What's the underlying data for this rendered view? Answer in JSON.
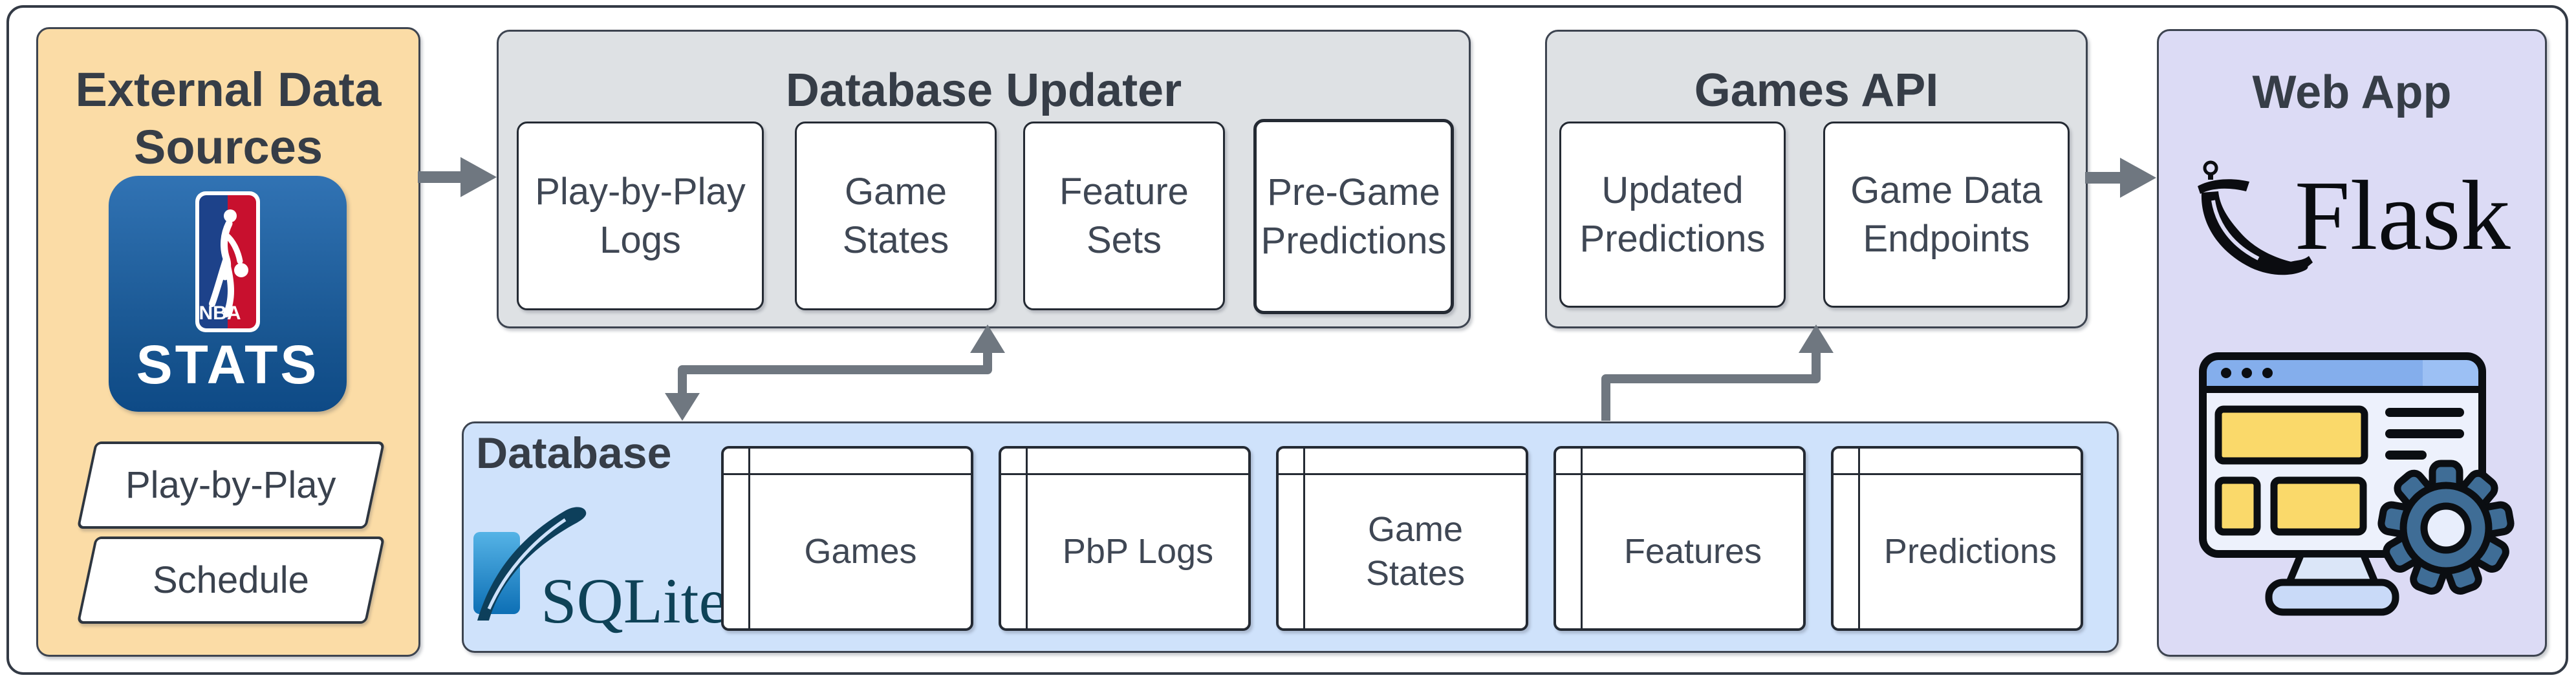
{
  "external": {
    "title": "External Data\nSources",
    "nba_logo": {
      "emblem_label": "NBA",
      "caption": "STATS"
    },
    "sources": [
      "Play-by-Play",
      "Schedule"
    ]
  },
  "updater": {
    "title": "Database Updater",
    "boxes": [
      "Play-by-Play\nLogs",
      "Game\nStates",
      "Feature\nSets",
      "Pre-Game\nPredictions"
    ]
  },
  "games_api": {
    "title": "Games API",
    "boxes": [
      "Updated\nPredictions",
      "Game Data\nEndpoints"
    ]
  },
  "database": {
    "title": "Database",
    "engine_label": "SQLite",
    "tables": [
      "Games",
      "PbP Logs",
      "Game\nStates",
      "Features",
      "Predictions"
    ]
  },
  "web_app": {
    "title": "Web App",
    "framework_label": "Flask"
  },
  "colors": {
    "external_fill": "#fbdca6",
    "module_fill": "#dee1e4",
    "database_fill": "#cfe2fb",
    "web_app_fill": "#dcdbf5",
    "node_fill": "#ffffff",
    "arrow": "#6f7780",
    "border_dark": "#242a33",
    "panel_border": "#3d4450",
    "text": "#3f4754",
    "nba_blue": "#1d428a",
    "nba_red": "#c8102e",
    "sqlite_text": "#0e4257",
    "accent_yellow": "#fad96a",
    "gear_blue": "#3f6d96",
    "browser_bar_blue": "#84aeec"
  }
}
